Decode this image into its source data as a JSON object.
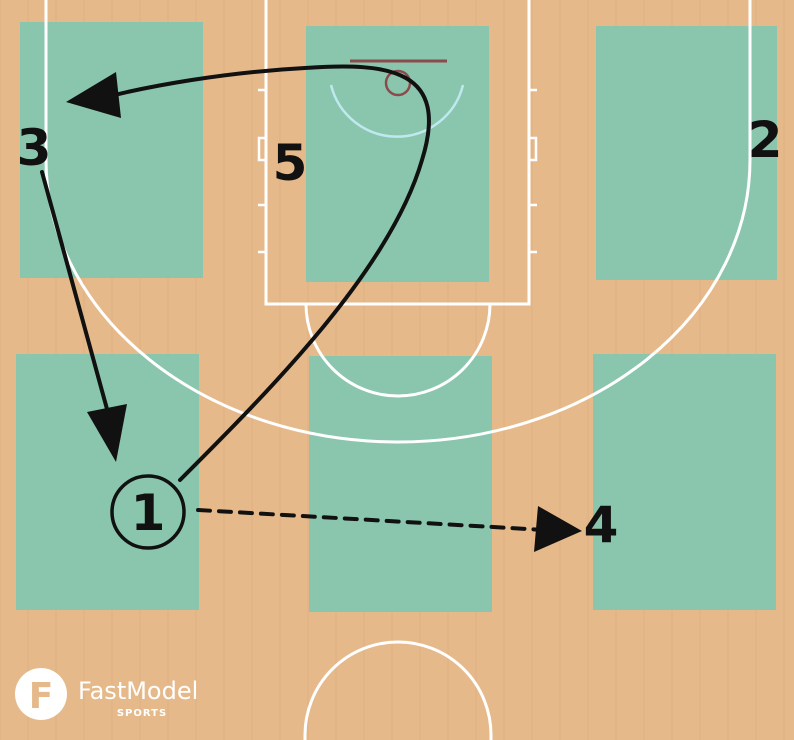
{
  "diagram": {
    "colors": {
      "floor": "#e6b98a",
      "floor_grain": "#d9a877",
      "zone": "#7fc8b0",
      "court_line": "#ffffff",
      "paint_line": "#bfe9ee",
      "rim": "#8b4b4b",
      "action": "#111111"
    },
    "players": [
      {
        "id": "p1",
        "label": "1",
        "with_ball": true
      },
      {
        "id": "p2",
        "label": "2"
      },
      {
        "id": "p3",
        "label": "3"
      },
      {
        "id": "p4",
        "label": "4"
      },
      {
        "id": "p5",
        "label": "5"
      }
    ],
    "actions": [
      {
        "type": "cut",
        "from": "1",
        "to": "3"
      },
      {
        "type": "cut",
        "from": "3",
        "to": "1"
      },
      {
        "type": "pass",
        "from": "1",
        "to": "4"
      }
    ]
  },
  "logo": {
    "brand": "FastModel",
    "subbrand": "SPORTS",
    "mark": "F"
  }
}
